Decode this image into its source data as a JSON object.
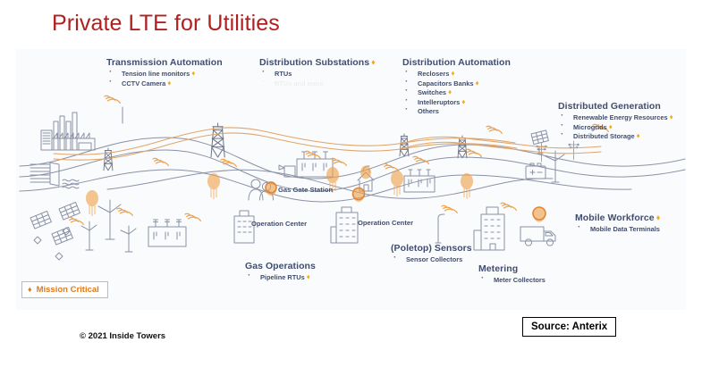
{
  "slide": {
    "title": "Private LTE for Utilities",
    "copyright": "© 2021 Inside Towers",
    "source": "Source: Anterix",
    "colors": {
      "title_red": "#b0201f",
      "heading_navy": "#414d6e",
      "accent_gold": "#eead1c",
      "accent_orange": "#e07b1e",
      "line_gray": "#8b92a6",
      "panel_bg": "#fafbfc"
    }
  },
  "legend": {
    "marker": "♦",
    "label": "Mission Critical"
  },
  "groups": [
    {
      "id": "transmission-automation",
      "heading": "Transmission Automation",
      "heading_marker": "",
      "items": [
        {
          "text": "Tension line monitors",
          "marker": "♦"
        },
        {
          "text": "CCTV Camera",
          "marker": "♦"
        }
      ]
    },
    {
      "id": "distribution-substations",
      "heading": "Distribution Substations",
      "heading_marker": "♦",
      "items": [
        {
          "text": "RTUs",
          "marker": ""
        },
        {
          "text": "RTUs and more",
          "marker": "",
          "ghost": true
        }
      ]
    },
    {
      "id": "distribution-automation",
      "heading": "Distribution Automation",
      "heading_marker": "",
      "items": [
        {
          "text": "Reclosers",
          "marker": "♦"
        },
        {
          "text": "Capacitors Banks",
          "marker": "♦"
        },
        {
          "text": "Switches",
          "marker": "♦"
        },
        {
          "text": "Intelleruptors",
          "marker": "♦"
        },
        {
          "text": "Others",
          "marker": ""
        }
      ]
    },
    {
      "id": "distributed-generation",
      "heading": "Distributed Generation",
      "heading_marker": "",
      "items": [
        {
          "text": "Renewable Energy Resources",
          "marker": "♦"
        },
        {
          "text": "Microgrids",
          "marker": "♦"
        },
        {
          "text": "Distributed Storage",
          "marker": "♦"
        }
      ]
    },
    {
      "id": "mobile-workforce",
      "heading": "Mobile Workforce",
      "heading_marker": "♦",
      "items": [
        {
          "text": "Mobile Data Terminals",
          "marker": ""
        }
      ]
    },
    {
      "id": "gas-operations",
      "heading": "Gas Operations",
      "heading_marker": "",
      "items": [
        {
          "text": "Pipeline RTUs",
          "marker": "♦"
        }
      ]
    },
    {
      "id": "poletop-sensors",
      "heading": "(Poletop) Sensors",
      "heading_marker": "",
      "items": [
        {
          "text": "Sensor Collectors",
          "marker": ""
        }
      ]
    },
    {
      "id": "metering",
      "heading": "Metering",
      "heading_marker": "",
      "items": [
        {
          "text": "Meter Collectors",
          "marker": ""
        }
      ]
    }
  ],
  "captions": [
    {
      "id": "gas-gate-station",
      "text": "Gas Gate Station"
    },
    {
      "id": "operation-center-left",
      "text": "Operation Center"
    },
    {
      "id": "operation-center-right",
      "text": "Operation Center"
    }
  ],
  "icons": [
    "power-plant-icon",
    "hydro-dam-icon",
    "transmission-tower-icon",
    "solar-panel-icon",
    "wind-turbine-icon",
    "substation-icon",
    "gas-gate-station-icon",
    "office-building-icon",
    "utility-pole-icon",
    "house-with-dish-icon",
    "battery-storage-icon",
    "streetlight-sensor-icon",
    "service-truck-icon",
    "signal-wave-icon",
    "workers-icon"
  ]
}
